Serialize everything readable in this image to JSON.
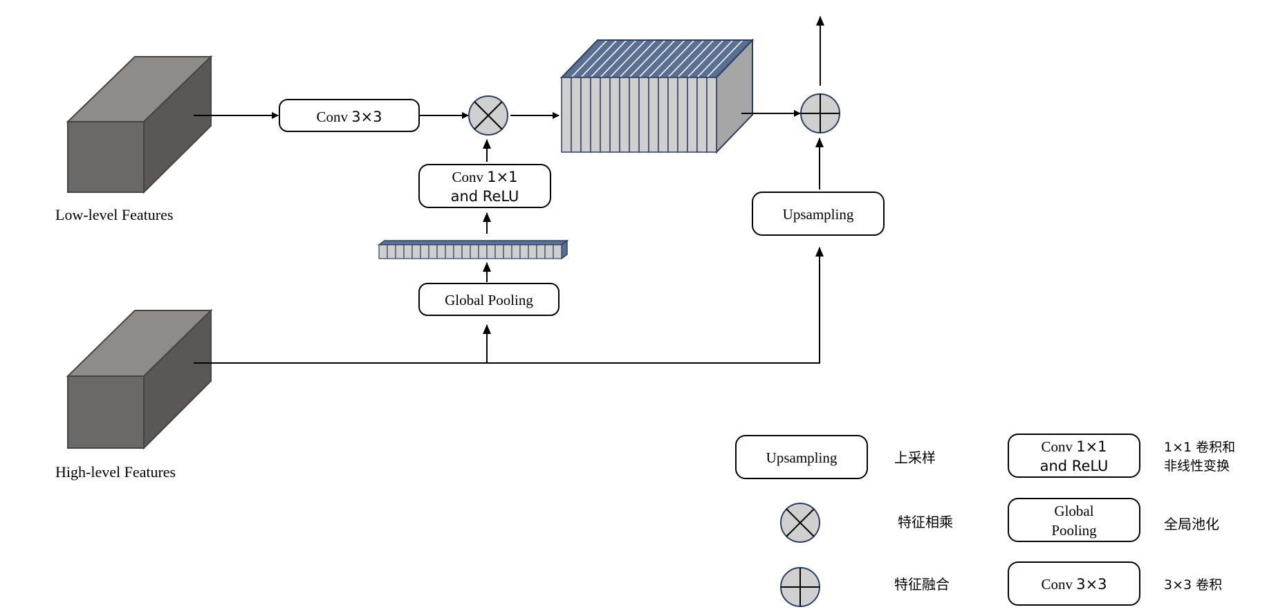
{
  "colors": {
    "cube_front": "#6b6967",
    "cube_top": "#8e8b89",
    "cube_side": "#5a5755",
    "channel_fill": "#cfcfcf",
    "channel_stroke": "#2c3e60",
    "channel_top": "#5a6f95",
    "operator_fill": "#d0d0d0",
    "line": "#000000"
  },
  "inputs": {
    "low_label": "Low-level Features",
    "high_label": "High-level Features"
  },
  "blocks": {
    "conv3_label_a": "Conv ",
    "conv3_label_b": "3×3",
    "conv1_line1_a": "Conv ",
    "conv1_line1_b": "1×1",
    "conv1_line2": "and ReLU",
    "global_pooling": "Global Pooling",
    "upsampling": "Upsampling"
  },
  "legend": {
    "upsampling_box": "Upsampling",
    "upsampling_desc": "上采样",
    "conv1_line1_a": "Conv ",
    "conv1_line1_b": "1×1",
    "conv1_line2": "and ReLU",
    "conv1_desc_line1": "1×1 卷积和",
    "conv1_desc_line2": "非线性变换",
    "multiply_desc": "特征相乘",
    "gp_line1": "Global",
    "gp_line2": "Pooling",
    "gp_desc": "全局池化",
    "add_desc": "特征融合",
    "conv3_a": "Conv ",
    "conv3_b": "3×3",
    "conv3_desc": "3×3 卷积"
  }
}
